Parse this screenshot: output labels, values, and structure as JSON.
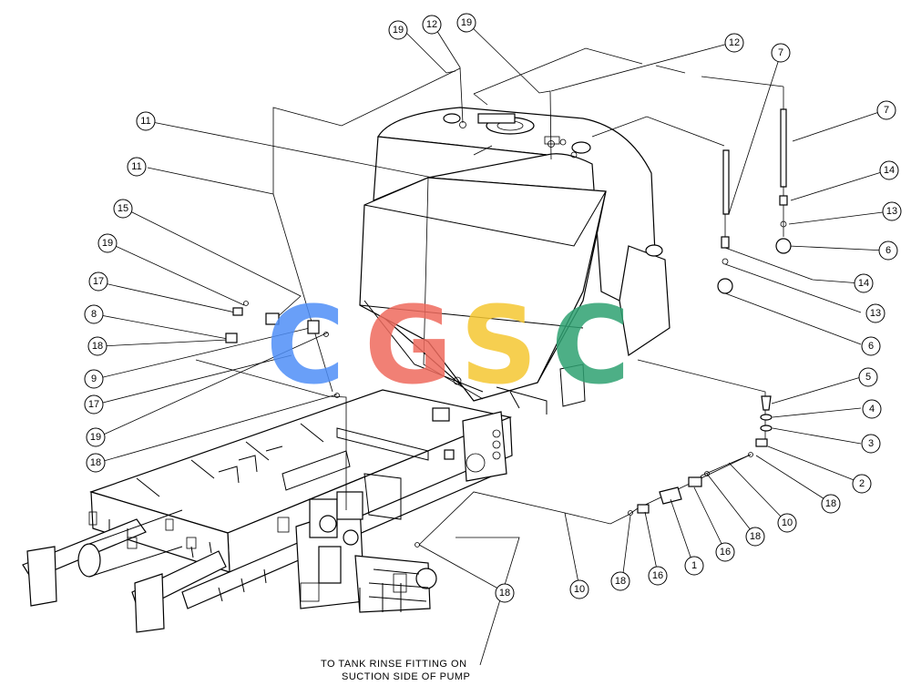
{
  "callouts": [
    {
      "id": "c19a",
      "label": "19"
    },
    {
      "id": "c12a",
      "label": "12"
    },
    {
      "id": "c19b",
      "label": "19"
    },
    {
      "id": "c12b",
      "label": "12"
    },
    {
      "id": "c7a",
      "label": "7"
    },
    {
      "id": "c7b",
      "label": "7"
    },
    {
      "id": "c11a",
      "label": "11"
    },
    {
      "id": "c11b",
      "label": "11"
    },
    {
      "id": "c15",
      "label": "15"
    },
    {
      "id": "c19c",
      "label": "19"
    },
    {
      "id": "c17a",
      "label": "17"
    },
    {
      "id": "c8",
      "label": "8"
    },
    {
      "id": "c18a",
      "label": "18"
    },
    {
      "id": "c9",
      "label": "9"
    },
    {
      "id": "c17b",
      "label": "17"
    },
    {
      "id": "c19d",
      "label": "19"
    },
    {
      "id": "c18b",
      "label": "18"
    },
    {
      "id": "c14a",
      "label": "14"
    },
    {
      "id": "c13a",
      "label": "13"
    },
    {
      "id": "c6a",
      "label": "6"
    },
    {
      "id": "c14b",
      "label": "14"
    },
    {
      "id": "c13b",
      "label": "13"
    },
    {
      "id": "c6b",
      "label": "6"
    },
    {
      "id": "c5",
      "label": "5"
    },
    {
      "id": "c4",
      "label": "4"
    },
    {
      "id": "c3",
      "label": "3"
    },
    {
      "id": "c2",
      "label": "2"
    },
    {
      "id": "c18c",
      "label": "18"
    },
    {
      "id": "c10a",
      "label": "10"
    },
    {
      "id": "c18d",
      "label": "18"
    },
    {
      "id": "c16a",
      "label": "16"
    },
    {
      "id": "c1",
      "label": "1"
    },
    {
      "id": "c16b",
      "label": "16"
    },
    {
      "id": "c18e",
      "label": "18"
    },
    {
      "id": "c10b",
      "label": "10"
    },
    {
      "id": "c18f",
      "label": "18"
    }
  ],
  "note": {
    "line1": "TO TANK RINSE FITTING ON",
    "line2": "SUCTION SIDE OF PUMP"
  },
  "watermark": {
    "letters": [
      "C",
      "G",
      "S",
      "C"
    ],
    "colors": [
      "#4f8ff7",
      "#ef6b5e",
      "#f5c732",
      "#2fa272"
    ]
  }
}
